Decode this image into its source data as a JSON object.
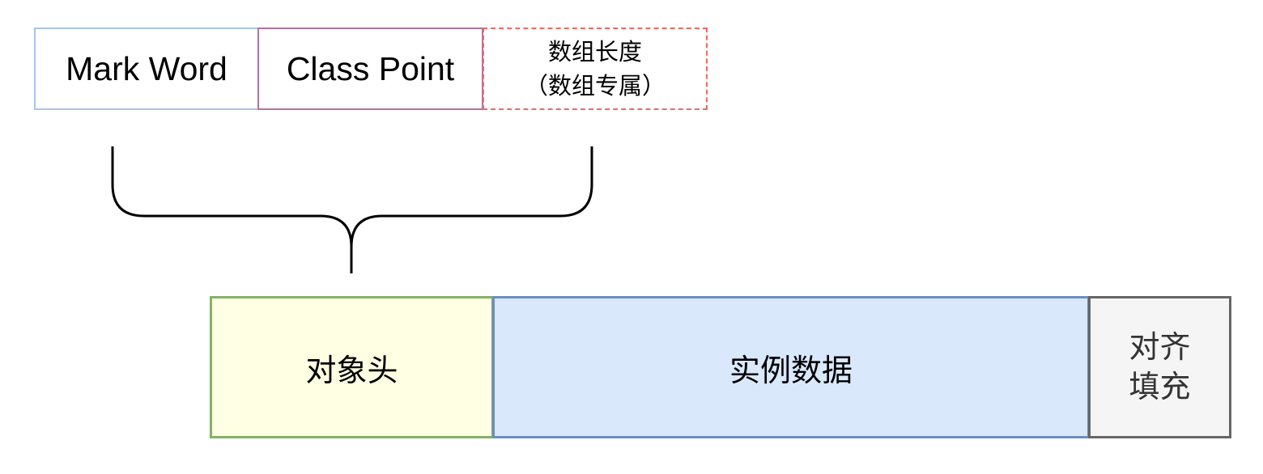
{
  "top_row": {
    "mark_word": "Mark Word",
    "class_point": "Class Point",
    "array_length_line1": "数组长度",
    "array_length_line2": "（数组专属）"
  },
  "bottom_row": {
    "object_header": "对象头",
    "instance_data": "实例数据",
    "padding_line1": "对齐",
    "padding_line2": "填充"
  },
  "colors": {
    "mark_word_border": "#a9c4eb",
    "class_point_border": "#b5739d",
    "array_length_border": "#ea6b66",
    "object_header_fill": "#ffffe3",
    "object_header_border": "#82b366",
    "instance_data_fill": "#dae8fc",
    "instance_data_border": "#6c8ebf",
    "padding_fill": "#f5f5f5",
    "padding_border": "#666666"
  }
}
